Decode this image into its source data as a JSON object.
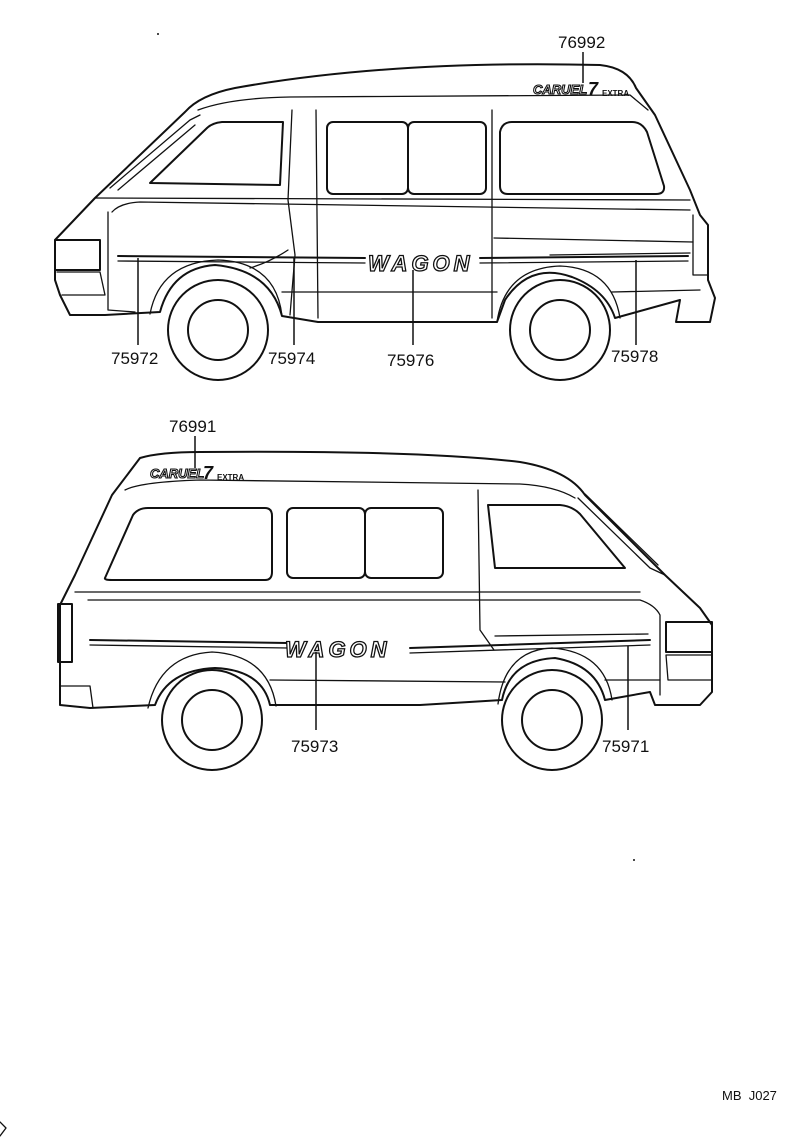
{
  "top_view": {
    "emblem": {
      "main": "CARUEL",
      "seven": "7",
      "sub": "EXTRA"
    },
    "side_text": "WAGON",
    "callouts": [
      "76992",
      "75972",
      "75974",
      "75976",
      "75978"
    ]
  },
  "bottom_view": {
    "emblem": {
      "main": "CARUEL",
      "seven": "7",
      "sub": "EXTRA"
    },
    "side_text": "WAGON",
    "callouts": [
      "76991",
      "75973",
      "75971"
    ]
  },
  "footer": {
    "code": "MB  J027"
  }
}
